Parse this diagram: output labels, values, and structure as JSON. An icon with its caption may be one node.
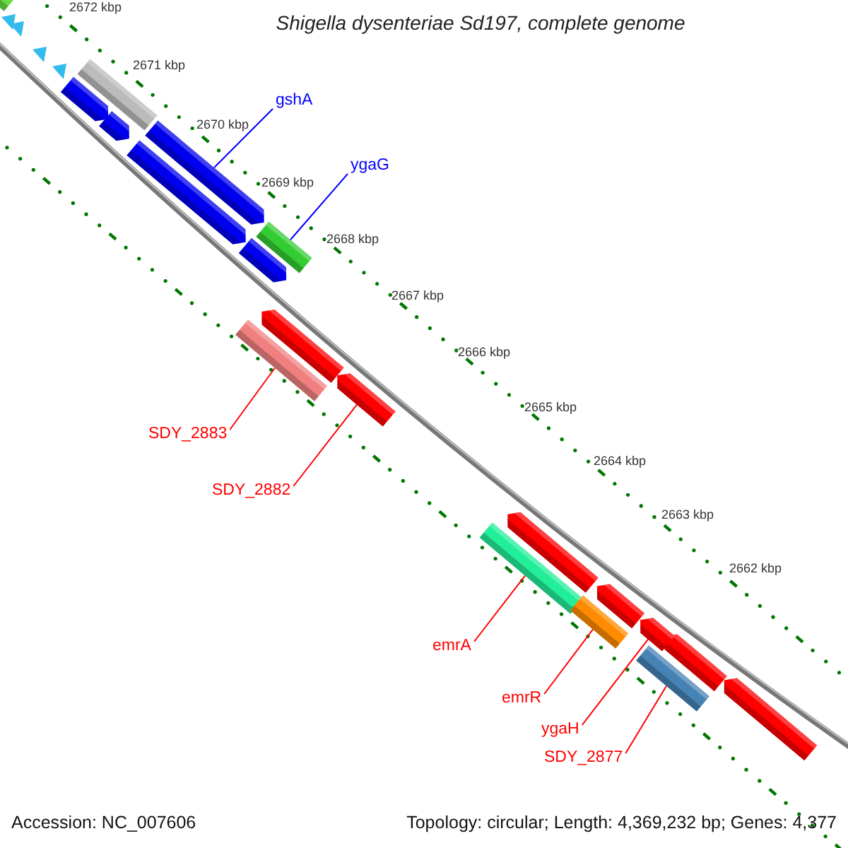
{
  "diagram": {
    "title": "Shigella dysenteriae Sd197, complete genome",
    "nodes": [
      {
        "text": [
          "gshA"
        ]
      },
      {
        "text": [],
        "shape": "arrow"
      },
      {
        "text": [
          "ygaG"
        ]
      },
      {
        "text": [],
        "shape": "bar"
      },
      {
        "text": [
          "SDY_2883"
        ]
      },
      {
        "text": [],
        "shape": "bar"
      },
      {
        "text": [
          "SDY_2882"
        ]
      },
      {
        "text": [],
        "shape": "arrow"
      },
      {
        "text": [
          "emrA"
        ]
      },
      {
        "text": [],
        "shape": "bar"
      },
      {
        "text": [
          "emrR"
        ]
      },
      {
        "text": [],
        "shape": "bar"
      },
      {
        "text": [
          "ygaH"
        ]
      },
      {
        "text": [],
        "shape": "arrow"
      },
      {
        "text": [
          "SDY_2877"
        ]
      },
      {
        "text": [],
        "shape": "bar"
      }
    ],
    "edges": [
      {
        "from": 0,
        "to": 1,
        "arrow": "none",
        "color": "#0000ff"
      },
      {
        "from": 2,
        "to": 3,
        "arrow": "none",
        "color": "#0000ff"
      },
      {
        "from": 4,
        "to": 5,
        "arrow": "none"
      },
      {
        "from": 6,
        "to": 7,
        "arrow": "none"
      },
      {
        "from": 8,
        "to": 9,
        "arrow": "none"
      },
      {
        "from": 10,
        "to": 11,
        "arrow": "none"
      },
      {
        "from": 12,
        "to": 13,
        "arrow": "none"
      },
      {
        "from": 14,
        "to": 15,
        "arrow": "none"
      }
    ],
    "labels": [
      "2672 kbp",
      "2671 kbp",
      "2670 kbp",
      "2669 kbp",
      "2668 kbp",
      "2667 kbp",
      "2666 kbp",
      "2665 kbp",
      "2664 kbp",
      "2663 kbp",
      "2662 kbp",
      "Accession: NC_007606",
      "Topology: circular; Length: 4,369,232 bp; Genes: 4,377"
    ]
  }
}
